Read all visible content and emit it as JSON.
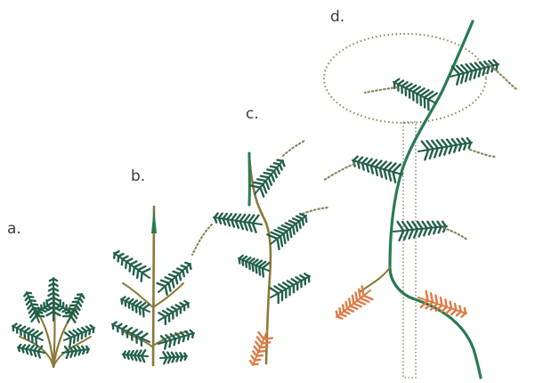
{
  "figure": {
    "panels": [
      {
        "label": "a."
      },
      {
        "label": "b."
      },
      {
        "label": "c."
      },
      {
        "label": "d."
      }
    ],
    "colors": {
      "leaf": "#23604a",
      "leaf_dark": "#1d4f3d",
      "green_stem": "#2a7a52",
      "brown_stem": "#8a7a3a",
      "orange_leaf": "#e07a45",
      "dotted": "#8c8560",
      "stake": "#9a9070",
      "background": "#ffffff"
    }
  }
}
